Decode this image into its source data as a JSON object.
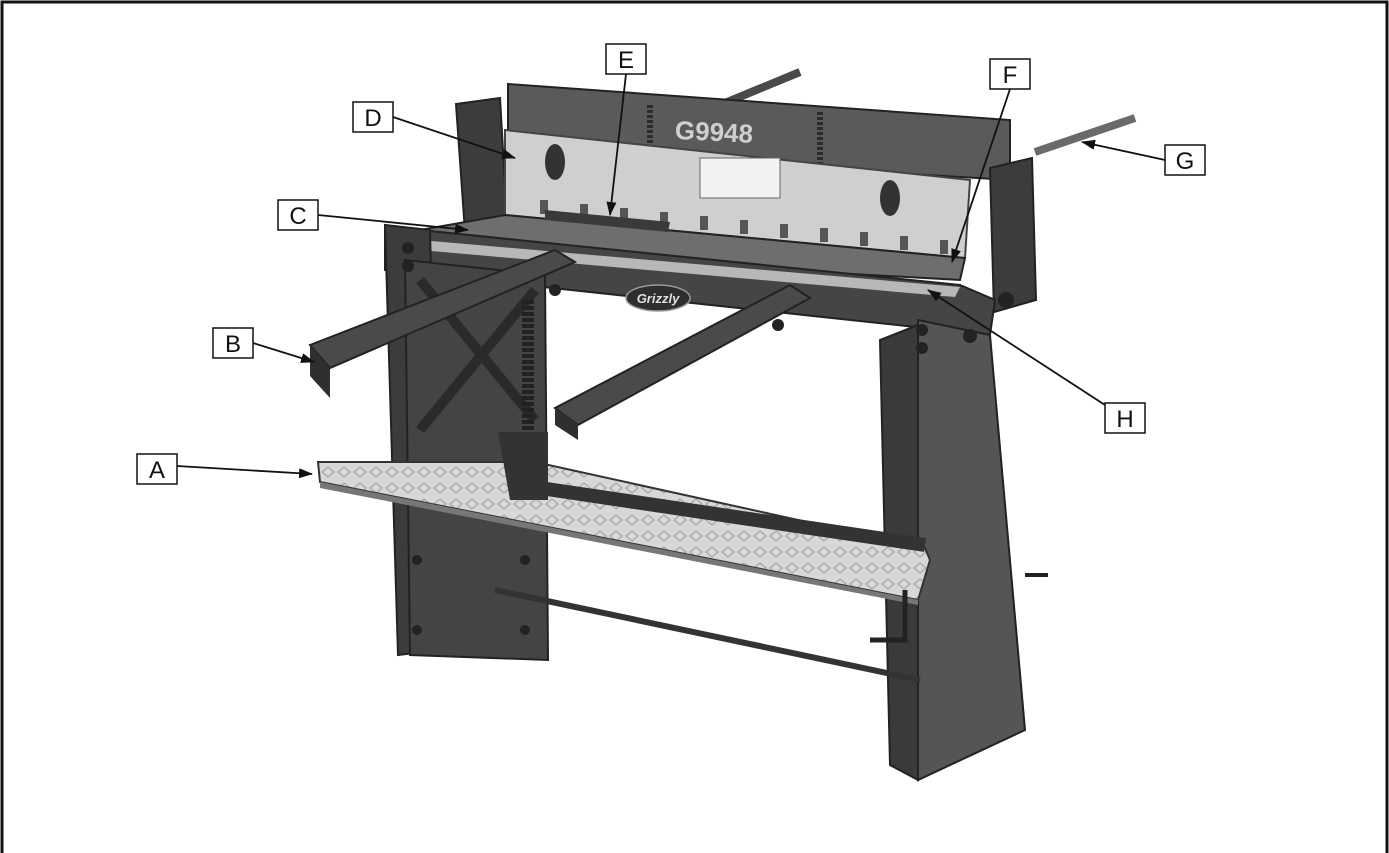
{
  "figure": {
    "model_badge": "G9948",
    "brand_badge": "Grizzly",
    "callouts": [
      {
        "id": "A",
        "text": "A"
      },
      {
        "id": "B",
        "text": "B"
      },
      {
        "id": "C",
        "text": "C"
      },
      {
        "id": "D",
        "text": "D"
      },
      {
        "id": "E",
        "text": "E"
      },
      {
        "id": "F",
        "text": "F"
      },
      {
        "id": "G",
        "text": "G"
      },
      {
        "id": "H",
        "text": "H"
      }
    ]
  },
  "colors": {
    "machine_dark": "#3c3c3c",
    "machine_mid": "#5a5a5a",
    "panel_light": "#cfcfcf",
    "line": "#111111"
  }
}
